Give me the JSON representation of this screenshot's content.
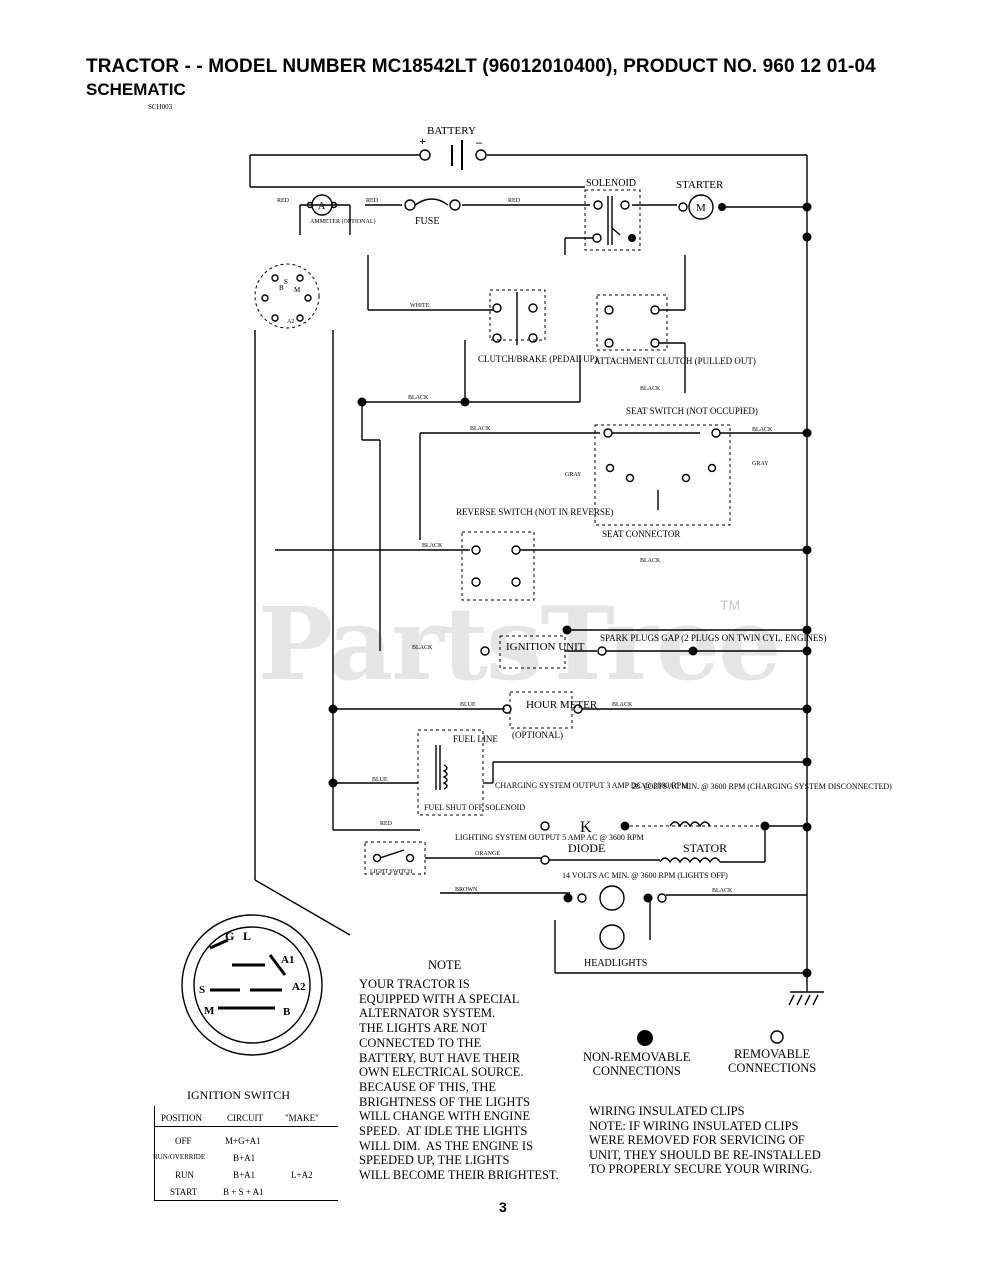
{
  "header": {
    "title": "TRACTOR - - MODEL NUMBER MC18542LT (96012010400), PRODUCT NO. 960 12 01-04",
    "subtitle": "SCHEMATIC",
    "code": "SCH003"
  },
  "watermark": {
    "text": "PartsTree",
    "tm": "TM"
  },
  "components": {
    "battery": "BATTERY",
    "solenoid": "SOLENOID",
    "starter": "STARTER",
    "motor_symbol": "M",
    "ammeter_symbol": "A",
    "fuse": "FUSE",
    "ammeter": "AMMETER (OPTIONAL)",
    "clutch_brake": "CLUTCH/BRAKE (PEDAL UP)",
    "attachment_clutch": "ATTACHMENT CLUTCH (PULLED OUT)",
    "seat_switch": "SEAT SWITCH (NOT OCCUPIED)",
    "seat_connector": "SEAT CONNECTOR",
    "reverse_switch": "REVERSE SWITCH (NOT IN REVERSE)",
    "ignition_unit": "IGNITION UNIT",
    "spark_plugs": "SPARK PLUGS GAP (2 PLUGS ON TWIN CYL. ENGINES)",
    "hour_meter": "HOUR METER",
    "hour_meter_opt": "(OPTIONAL)",
    "fuel_line": "FUEL LINE",
    "fuel_solenoid": "FUEL SHUT OFF SOLENOID",
    "charging_output": "CHARGING SYSTEM OUTPUT 3 AMP DC @ 3600 RPM",
    "volts_28": "28 VOLTS AC MIN. @ 3600 RPM (CHARGING SYSTEM DISCONNECTED)",
    "lighting_output": "LIGHTING SYSTEM OUTPUT 5 AMP AC @ 3600 RPM",
    "diode": "DIODE",
    "stator": "STATOR",
    "volts_14": "14 VOLTS AC MIN. @ 3600 RPM (LIGHTS OFF)",
    "headlights": "HEADLIGHTS",
    "light_switch": "LIGHT SWITCH",
    "ignition_switch": "IGNITION SWITCH"
  },
  "wires": {
    "red": "RED",
    "white": "WHITE",
    "blue": "BLUE",
    "black": "BLACK",
    "gray": "GRAY",
    "orange": "ORANGE",
    "brown": "BROWN"
  },
  "switch_terminals": [
    "G",
    "L",
    "A1",
    "A2",
    "S",
    "M",
    "B"
  ],
  "note": {
    "title": "NOTE",
    "body": "YOUR TRACTOR IS\nEQUIPPED WITH A SPECIAL\nALTERNATOR SYSTEM.\nTHE LIGHTS ARE NOT\nCONNECTED TO THE\nBATTERY, BUT HAVE THEIR\nOWN ELECTRICAL SOURCE.\nBECAUSE OF THIS, THE\nBRIGHTNESS OF THE LIGHTS\nWILL CHANGE WITH ENGINE\nSPEED.  AT IDLE THE LIGHTS\nWILL DIM.  AS THE ENGINE IS\nSPEEDED UP, THE LIGHTS\nWILL BECOME THEIR BRIGHTEST."
  },
  "legend": {
    "non_removable": "NON-REMOVABLE\nCONNECTIONS",
    "removable": "REMOVABLE\nCONNECTIONS"
  },
  "clips_note": "WIRING INSULATED CLIPS\nNOTE: IF WIRING INSULATED CLIPS\nWERE REMOVED FOR SERVICING OF\nUNIT, THEY SHOULD BE RE-INSTALLED\nTO PROPERLY SECURE YOUR WIRING.",
  "ignition_table": {
    "headers": [
      "POSITION",
      "CIRCUIT",
      "\"MAKE\""
    ],
    "rows": [
      {
        "position": "OFF",
        "circuit": "M+G+A1",
        "make": ""
      },
      {
        "position": "RUN/OVERRIDE",
        "circuit": "B+A1",
        "make": ""
      },
      {
        "position": "RUN",
        "circuit": "B+A1",
        "make": "L+A2"
      },
      {
        "position": "START",
        "circuit": "B + S + A1",
        "make": ""
      }
    ]
  },
  "page_number": "3"
}
